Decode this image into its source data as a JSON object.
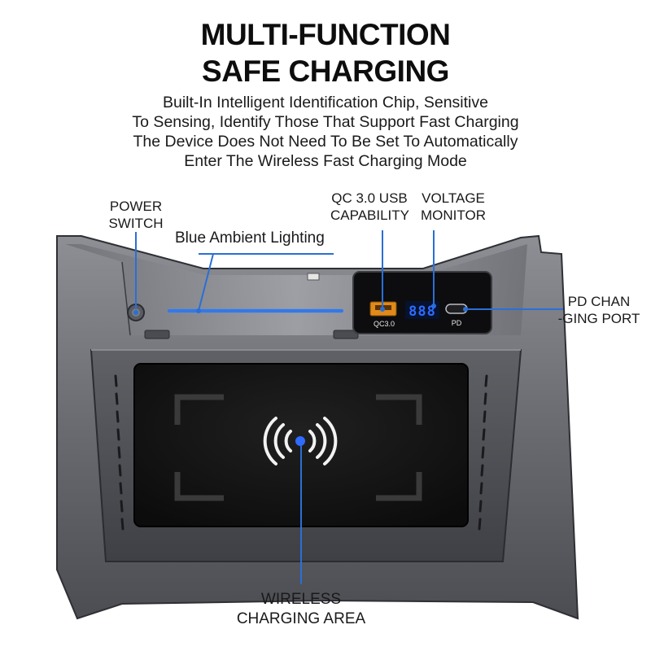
{
  "heading": {
    "line1": "MULTI-FUNCTION",
    "line2": "SAFE CHARGING"
  },
  "description": [
    "Built-In Intelligent Identification Chip, Sensitive",
    "To Sensing, Identify Those That Support Fast Charging",
    "The Device Does Not Need To Be Set To Automatically",
    "Enter The Wireless Fast Charging Mode"
  ],
  "callouts": {
    "power_switch": [
      "POWER",
      "SWITCH"
    ],
    "blue_ambient": "Blue Ambient Lighting",
    "qc_usb": [
      "QC 3.0 USB",
      "CAPABILITY"
    ],
    "voltage": [
      "VOLTAGE",
      "MONITOR"
    ],
    "pd_port": [
      "PD CHAN",
      "-GING PORT"
    ],
    "wireless_area": [
      "WIRELESS",
      "CHARGING AREA"
    ]
  },
  "device": {
    "qc_label": "QC3.0",
    "pd_label": "PD",
    "voltage_display": "888"
  },
  "colors": {
    "accent_blue": "#2a6fd6",
    "display_blue": "#2f6bff",
    "body_gray": "#6f7177",
    "pad_black": "#121212",
    "usb_orange": "#e08a1a"
  }
}
